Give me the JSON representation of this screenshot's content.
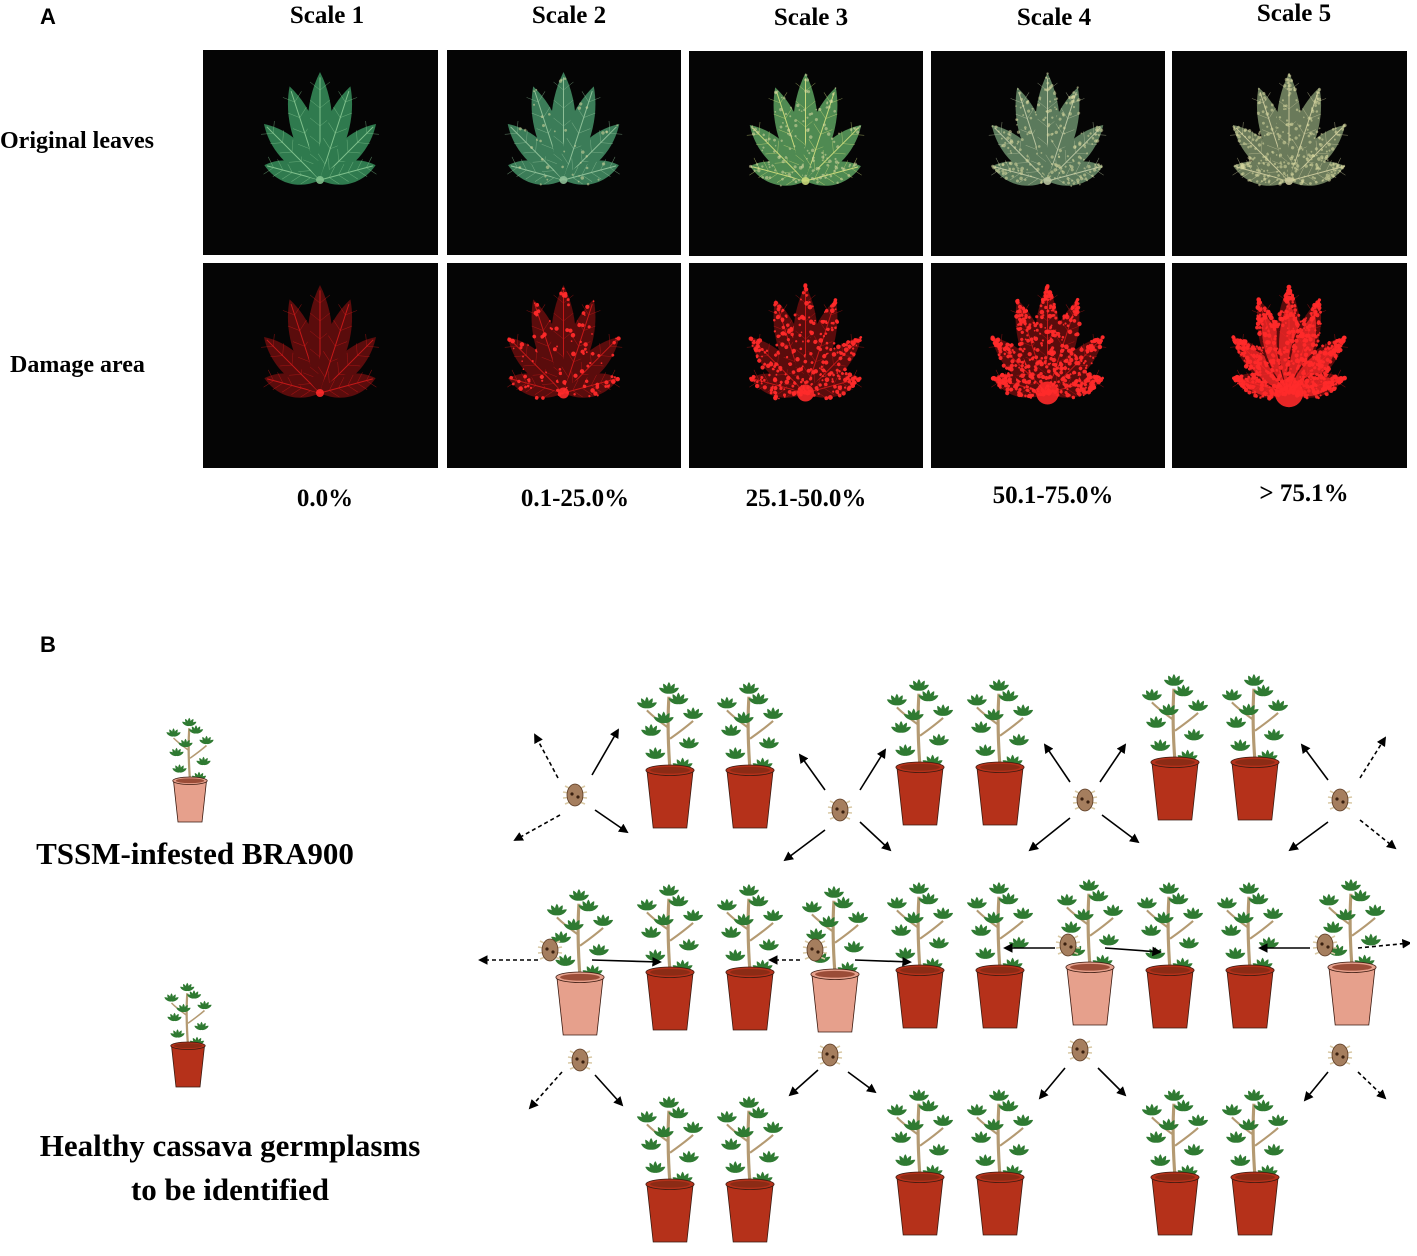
{
  "panel_a": {
    "letter": "A",
    "scales": [
      {
        "title": "Scale 1",
        "percent": "0.0%",
        "damage": 0.0,
        "leaf_color": "#2f7a4e",
        "vein_color": "#7fc08c"
      },
      {
        "title": "Scale 2",
        "percent": "0.1-25.0%",
        "damage": 0.12,
        "leaf_color": "#3b7c58",
        "vein_color": "#8ebf97"
      },
      {
        "title": "Scale 3",
        "percent": "25.1-50.0%",
        "damage": 0.38,
        "leaf_color": "#4f8a52",
        "vein_color": "#c9d87a"
      },
      {
        "title": "Scale 4",
        "percent": "50.1-75.0%",
        "damage": 0.62,
        "leaf_color": "#5b7a5c",
        "vein_color": "#b9c4a0"
      },
      {
        "title": "Scale 5",
        "percent": "> 75.1%",
        "damage": 0.85,
        "leaf_color": "#6a7a5a",
        "vein_color": "#c8c79a"
      }
    ],
    "row_labels": {
      "original": "Original leaves",
      "damage": "Damage area"
    },
    "colors": {
      "background": "#050505",
      "damage_dark": "#5a0c0c",
      "damage_bright": "#ff2a2a"
    }
  },
  "panel_b": {
    "letter": "B",
    "legend": {
      "infested": "TSSM-infested BRA900",
      "healthy_line1": "Healthy cassava germplasms",
      "healthy_line2": "to be identified"
    },
    "colors": {
      "infested_pot": "#e6a08c",
      "healthy_pot": "#b5311a",
      "leaf": "#2f7a32",
      "stem": "#b49a72",
      "mite": "#a57e5e"
    },
    "icons": [
      "cassava-plant-icon",
      "pot-icon",
      "spider-mite-icon",
      "arrow-icon",
      "dashed-arrow-icon"
    ]
  }
}
